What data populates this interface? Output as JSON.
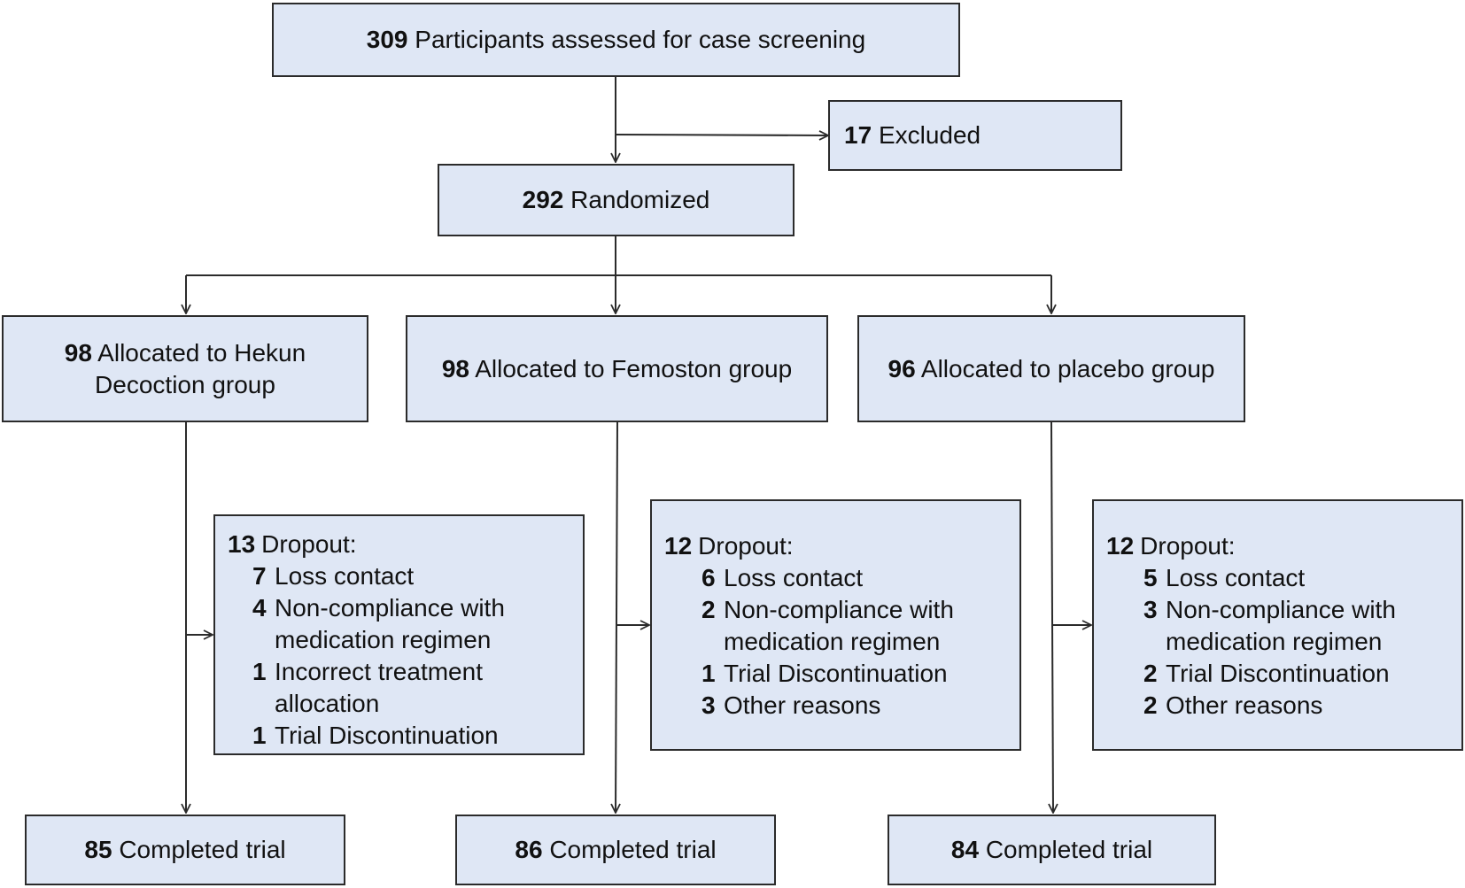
{
  "screening": {
    "count": "309",
    "text": "Participants assessed for case screening"
  },
  "excluded": {
    "count": "17",
    "text": "Excluded"
  },
  "randomized": {
    "count": "292",
    "text": "Randomized"
  },
  "groups": [
    {
      "count": "98",
      "text1": "Allocated to Hekun",
      "text2": "Decoction group"
    },
    {
      "count": "98",
      "text": "Allocated to Femoston group"
    },
    {
      "count": "96",
      "text": "Allocated to placebo group"
    }
  ],
  "dropouts": [
    {
      "count": "13",
      "label": "Dropout:",
      "items": [
        {
          "n": "7",
          "line1": "Loss contact"
        },
        {
          "n": "4",
          "line1": "Non-compliance with",
          "line2": "medication regimen"
        },
        {
          "n": "1",
          "line1": "Incorrect treatment",
          "line2": "allocation"
        },
        {
          "n": "1",
          "line1": "Trial Discontinuation"
        }
      ]
    },
    {
      "count": "12",
      "label": "Dropout:",
      "items": [
        {
          "n": "6",
          "line1": "Loss contact"
        },
        {
          "n": "2",
          "line1": "Non-compliance with",
          "line2": "medication regimen"
        },
        {
          "n": "1",
          "line1": "Trial Discontinuation"
        },
        {
          "n": "3",
          "line1": "Other reasons"
        }
      ]
    },
    {
      "count": "12",
      "label": "Dropout:",
      "items": [
        {
          "n": "5",
          "line1": "Loss contact"
        },
        {
          "n": "3",
          "line1": "Non-compliance with",
          "line2": "medication regimen"
        },
        {
          "n": "2",
          "line1": "Trial Discontinuation"
        },
        {
          "n": "2",
          "line1": "Other reasons"
        }
      ]
    }
  ],
  "completed": [
    {
      "count": "85",
      "text": "Completed trial"
    },
    {
      "count": "86",
      "text": "Completed trial"
    },
    {
      "count": "84",
      "text": "Completed trial"
    }
  ]
}
